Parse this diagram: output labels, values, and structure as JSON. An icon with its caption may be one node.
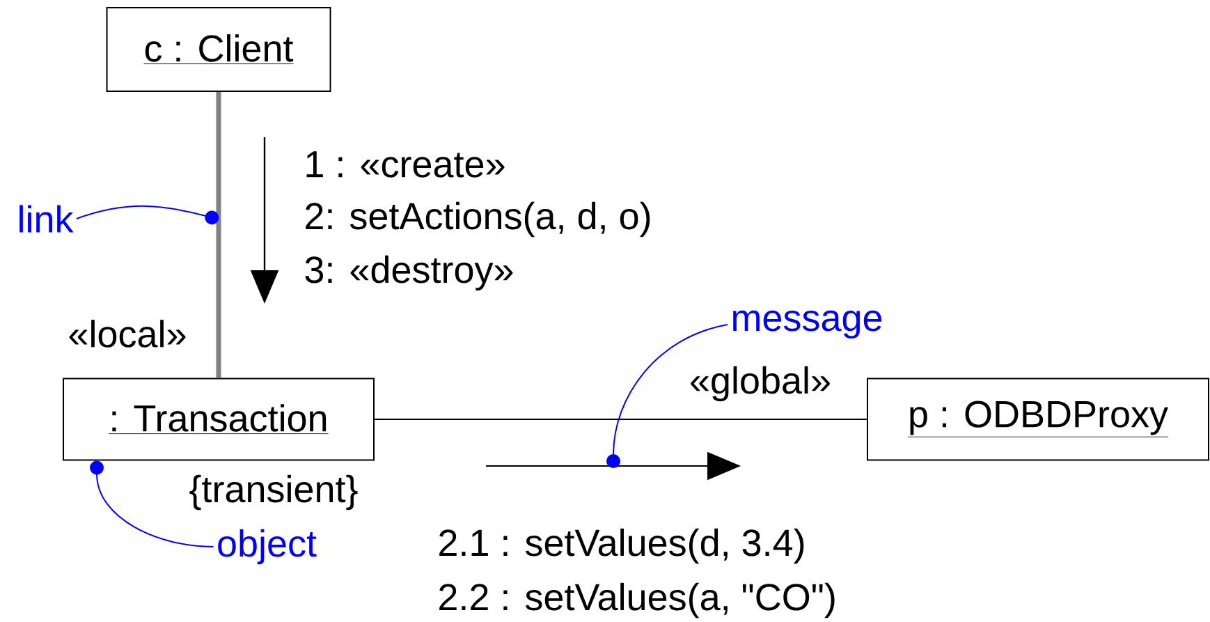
{
  "diagram": {
    "nodes": [
      {
        "text": [
          "c : Client"
        ]
      },
      {
        "text": [
          ": Transaction"
        ],
        "beside": [
          "{transient}"
        ]
      },
      {
        "text": [
          "p : ODBDProxy"
        ]
      },
      {
        "text": [
          "link"
        ]
      },
      {
        "text": [
          "message"
        ]
      },
      {
        "text": [
          "object"
        ]
      }
    ],
    "edges": [
      {
        "from": 0,
        "to": 1,
        "arrow": "none",
        "style": "thick",
        "color": "#808080"
      },
      {
        "from": 1,
        "to": 2,
        "arrow": "none",
        "color": "#000000"
      },
      {
        "from": 3,
        "to": null,
        "arrow": "other",
        "color": "#0000ff"
      },
      {
        "from": 4,
        "to": null,
        "arrow": "other",
        "color": "#0000ff"
      },
      {
        "from": 5,
        "to": 1,
        "arrow": "other",
        "color": "#0000ff"
      }
    ],
    "labels": [
      "1 : «create»",
      "2: setActions(a, d, o)",
      "3: «destroy»",
      "«local»",
      "«global»",
      "2.1 : setValues(d, 3.4)",
      "2.2 : setValues(a, \"CO\")"
    ]
  }
}
